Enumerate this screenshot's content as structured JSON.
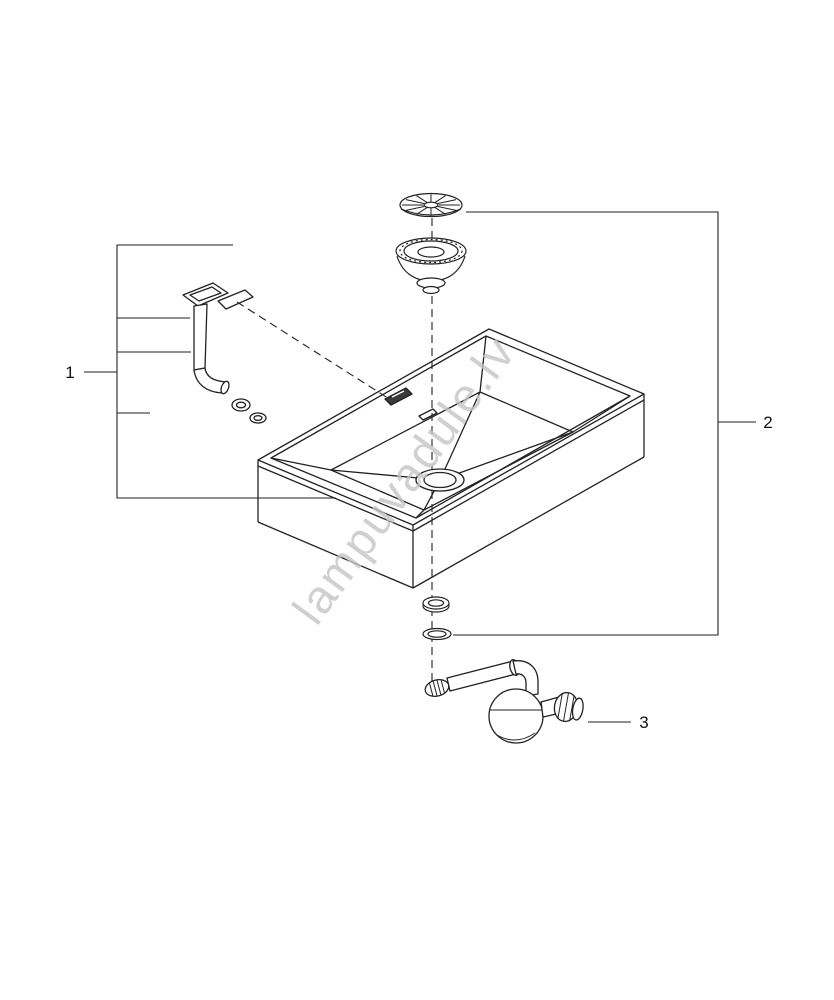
{
  "diagram": {
    "watermark": "lampuvadule.lv",
    "labels": {
      "part1": "1",
      "part2": "2",
      "part3": "3"
    },
    "colors": {
      "line": "#222222",
      "watermark": "#c4c4c4",
      "background": "#ffffff"
    }
  }
}
